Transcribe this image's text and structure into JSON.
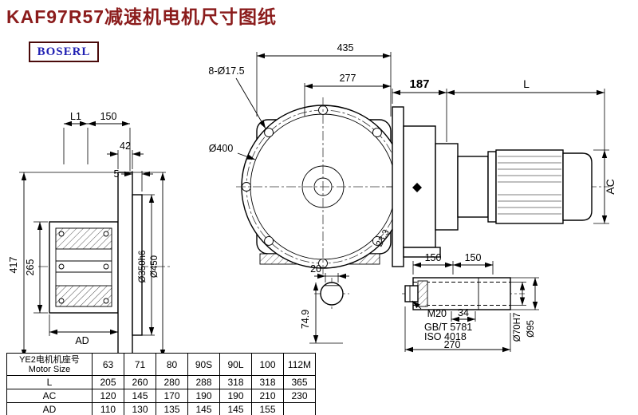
{
  "title": "KAF97R57减速机电机尺寸图纸",
  "logo_text": "BOSERL",
  "colors": {
    "title": "#8b1c1c",
    "logo_text": "#2121b3",
    "logo_border": "#4a0a0a",
    "line": "#000000"
  },
  "dims": {
    "top_width": "435",
    "front_width": "277",
    "bolt_holes": "8-Ø17.5",
    "flange_dia": "Ø400",
    "input_len": "187",
    "motor_len": "L",
    "motor_ac": "AC",
    "l1": "L1",
    "top_150": "150",
    "t42": "42",
    "t5": "5",
    "total_h": "417",
    "center_h": "265",
    "ad": "AD",
    "spigot": "Ø350h6",
    "flange_od": "Ø450",
    "key_w": "20",
    "shaft_h": "74.9",
    "angle": "23.3",
    "len_a": "150",
    "len_b": "150",
    "thread": "M20",
    "std_gb": "GB/T 5781",
    "std_iso": "ISO 4018",
    "hub_34": "34",
    "total_270": "270",
    "bore": "Ø70H7",
    "od95": "Ø95"
  },
  "table": {
    "header_cn": "YE2电机机座号",
    "header_en": "Motor Size",
    "columns": [
      "63",
      "71",
      "80",
      "90S",
      "90L",
      "100",
      "112M"
    ],
    "rows": [
      {
        "label": "L",
        "values": [
          "205",
          "260",
          "280",
          "288",
          "318",
          "318",
          "365"
        ]
      },
      {
        "label": "AC",
        "values": [
          "120",
          "145",
          "170",
          "190",
          "190",
          "210",
          "230"
        ]
      },
      {
        "label": "AD",
        "values": [
          "110",
          "130",
          "135",
          "145",
          "145",
          "155",
          ""
        ]
      }
    ]
  }
}
